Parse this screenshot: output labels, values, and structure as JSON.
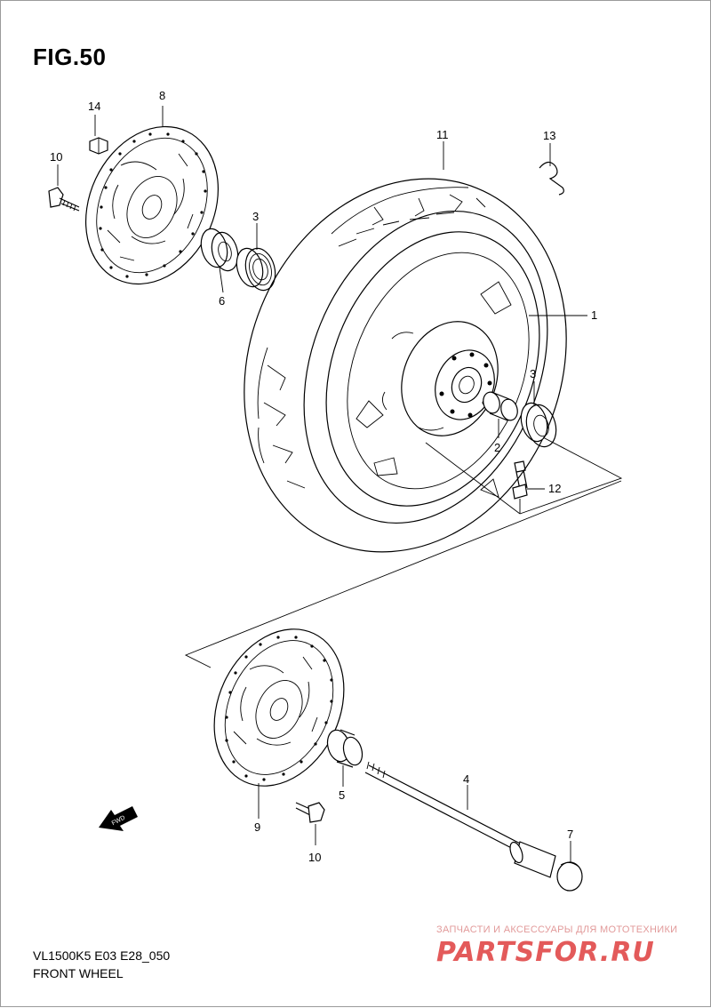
{
  "figure": {
    "title": "FIG.50"
  },
  "footer": {
    "model_code": "VL1500K5 E03 E28_050",
    "section_name": "FRONT WHEEL"
  },
  "fwd_arrow": {
    "label": "FWD"
  },
  "callouts": [
    {
      "id": "c1",
      "label": "1"
    },
    {
      "id": "c2",
      "label": "2"
    },
    {
      "id": "c3a",
      "label": "3"
    },
    {
      "id": "c3b",
      "label": "3"
    },
    {
      "id": "c4",
      "label": "4"
    },
    {
      "id": "c5",
      "label": "5"
    },
    {
      "id": "c6",
      "label": "6"
    },
    {
      "id": "c7",
      "label": "7"
    },
    {
      "id": "c8",
      "label": "8"
    },
    {
      "id": "c9",
      "label": "9"
    },
    {
      "id": "c10a",
      "label": "10"
    },
    {
      "id": "c10b",
      "label": "10"
    },
    {
      "id": "c11",
      "label": "11"
    },
    {
      "id": "c12",
      "label": "12"
    },
    {
      "id": "c13",
      "label": "13"
    },
    {
      "id": "c14",
      "label": "14"
    }
  ],
  "watermark": {
    "tagline": "ЗАПЧАСТИ И АКСЕССУАРЫ ДЛЯ МОТОТЕХНИКИ",
    "logo": "PARTSFOR.RU"
  }
}
